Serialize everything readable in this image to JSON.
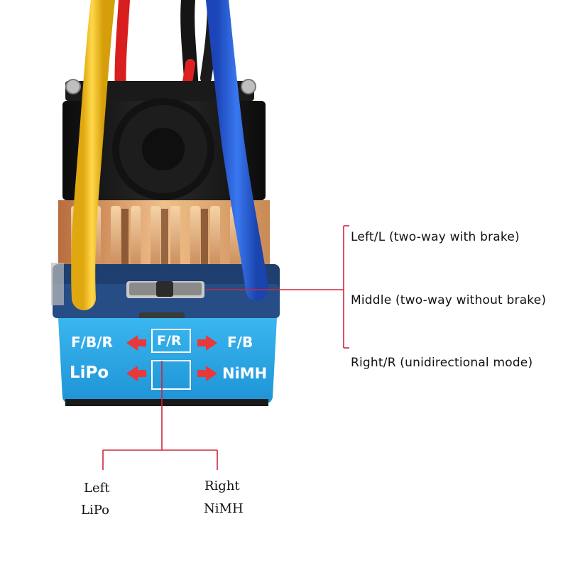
{
  "device": {
    "panel": {
      "row1": {
        "left": "F/B/R",
        "center": "F/R",
        "right": "F/B"
      },
      "row2": {
        "left": "LiPo",
        "center": "",
        "right": "NiMH"
      }
    }
  },
  "annotations": {
    "mode_switch": {
      "left": "Left/L (two-way with brake)",
      "middle": "Middle (two-way without brake)",
      "right": "Right/R (unidirectional mode)"
    },
    "battery_switch": {
      "left_line1": "Left",
      "left_line2": "LiPo",
      "right_line1": "Right",
      "right_line2": "NiMH"
    }
  },
  "colors": {
    "leader_line": "#d0263a",
    "panel_blue": "#2aa7e6",
    "panel_arrow": "#e8383a",
    "wire_yellow": "#f2c21a",
    "wire_blue": "#2a5fd6",
    "wire_red": "#e02020",
    "heatsink_copper": "#d9a063"
  }
}
